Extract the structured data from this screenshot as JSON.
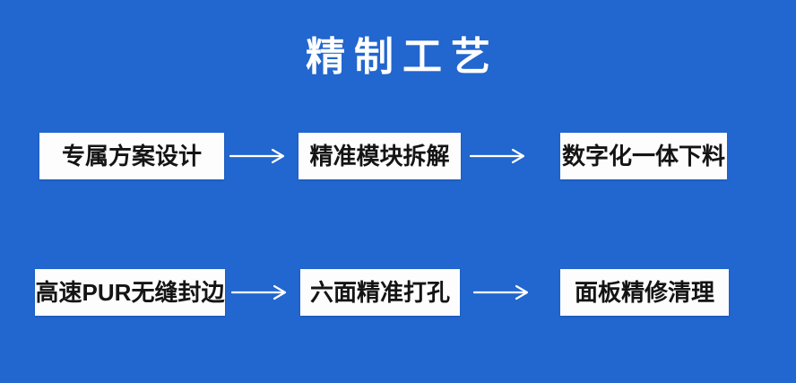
{
  "title": "精制工艺",
  "colors": {
    "background": "#2266cf",
    "box_background": "#fdfdfd",
    "box_text": "#141414",
    "title_text": "#ffffff",
    "arrow": "#ffffff"
  },
  "rows": [
    {
      "steps": [
        {
          "label": "专属方案设计"
        },
        {
          "label": "精准模块拆解"
        },
        {
          "label": "数字化一体下料"
        }
      ]
    },
    {
      "steps": [
        {
          "label": "高速PUR无缝封边"
        },
        {
          "label": "六面精准打孔"
        },
        {
          "label": "面板精修清理"
        }
      ]
    }
  ],
  "icons": {
    "arrow": "arrow-right-icon"
  }
}
